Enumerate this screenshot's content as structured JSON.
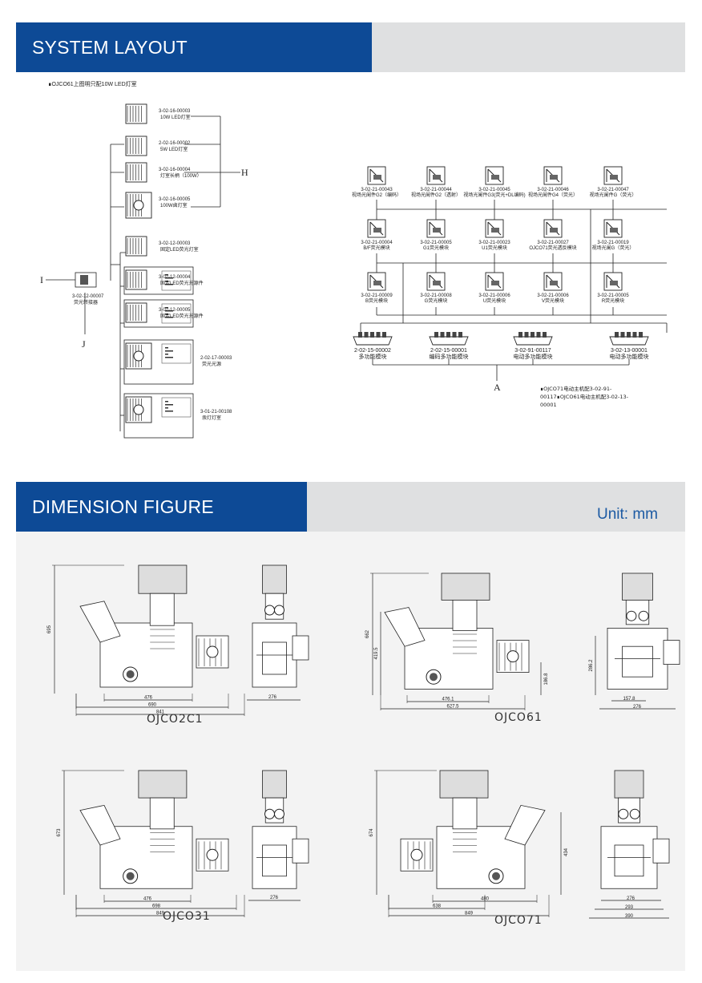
{
  "section1": {
    "title": "SYSTEM LAYOUT"
  },
  "section2": {
    "title": "DIMENSION FIGURE",
    "unit": "Unit: mm"
  },
  "layout": {
    "top_note": "∎OJCO61上图明只配10W LED灯室",
    "left_column": [
      {
        "code": "3-02-16-00003",
        "name": "10W LED灯室"
      },
      {
        "code": "2-02-16-00002",
        "name": "5W LED灯室"
      },
      {
        "code": "3-02-16-00004",
        "name": "灯室长柄（100W）"
      },
      {
        "code": "3-02-16-00005",
        "name": "100W卤灯室"
      },
      {
        "code": "3-02-12-00003",
        "name": "固定LED荧光灯室"
      },
      {
        "code": "3-02-12-00004",
        "name": "固定LED荧光光源件"
      },
      {
        "code": "3-02-12-00005",
        "name": "固定LED荧光光源件"
      },
      {
        "code": "2-02-17-00003",
        "name": "荧光光源"
      },
      {
        "code": "3-01-21-00108",
        "name": "汞灯灯室"
      }
    ],
    "adapter": {
      "code": "3-02-12-00007",
      "name": "荧光转接器"
    },
    "letters": {
      "H": "H",
      "I": "I",
      "J": "J",
      "A": "A"
    },
    "module_row1": [
      {
        "code": "3-02-21-00043",
        "name": "视场光阑件G2（编码）"
      },
      {
        "code": "3-02-21-00044",
        "name": "视场光阑件G2（透射）"
      },
      {
        "code": "3-02-21-00045",
        "name": "视场光阑件G3(荧光+DL编码)"
      },
      {
        "code": "3-02-21-00046",
        "name": "视场光阑件G4（荧光）"
      },
      {
        "code": "3-02-21-00047",
        "name": "视场光阑件G（荧光）"
      }
    ],
    "module_row2": [
      {
        "code": "3-02-21-00004",
        "name": "B/F荧光模块"
      },
      {
        "code": "3-02-21-00005",
        "name": "G1荧光模块"
      },
      {
        "code": "3-02-21-00023",
        "name": "U1荧光模块"
      },
      {
        "code": "3-02-21-00027",
        "name": "OJCO71荧光透反模块"
      },
      {
        "code": "3-02-21-00019",
        "name": "视场光阑G（荧光）"
      }
    ],
    "module_row3": [
      {
        "code": "3-02-21-00009",
        "name": "B荧光模块"
      },
      {
        "code": "3-02-21-00008",
        "name": "G荧光模块"
      },
      {
        "code": "3-02-21-00006",
        "name": "U荧光模块"
      },
      {
        "code": "3-02-21-00006",
        "name": "V荧光模块"
      },
      {
        "code": "3-02-21-00005",
        "name": "R荧光模块"
      }
    ],
    "turrets": [
      {
        "code": "2-02-15-00002",
        "name": "多功能模块"
      },
      {
        "code": "2-02-15-00001",
        "name": "编码多功能模块"
      },
      {
        "code": "3-02-91-00117",
        "name": "电动多功能模块"
      },
      {
        "code": "3-02-13-00001",
        "name": "电动多功能模块"
      }
    ],
    "bottom_note": "∎OJCO71电动主机配3-02-91-00117∎OJCO61电动主机配3-02-13-00001"
  },
  "figures": [
    {
      "model": "OJCO2C1",
      "height": "695",
      "dims": [
        "476",
        "690",
        "841",
        "276"
      ]
    },
    {
      "model": "OJCO61",
      "height": "662",
      "dims": [
        "476.1",
        "627.5",
        "419.5",
        "186.8",
        "286.2",
        "157.8",
        "276"
      ]
    },
    {
      "model": "OJCO31",
      "height": "673",
      "dims": [
        "476",
        "698",
        "849",
        "276"
      ]
    },
    {
      "model": "OJCO71",
      "height": "674",
      "dims": [
        "480",
        "638",
        "849",
        "434",
        "276",
        "293",
        "390"
      ]
    }
  ],
  "colors": {
    "brand_blue": "#0d4a96",
    "banner_gray": "#dfe0e1",
    "panel_bg": "#f3f3f3",
    "unit_text": "#1c5aa3"
  }
}
